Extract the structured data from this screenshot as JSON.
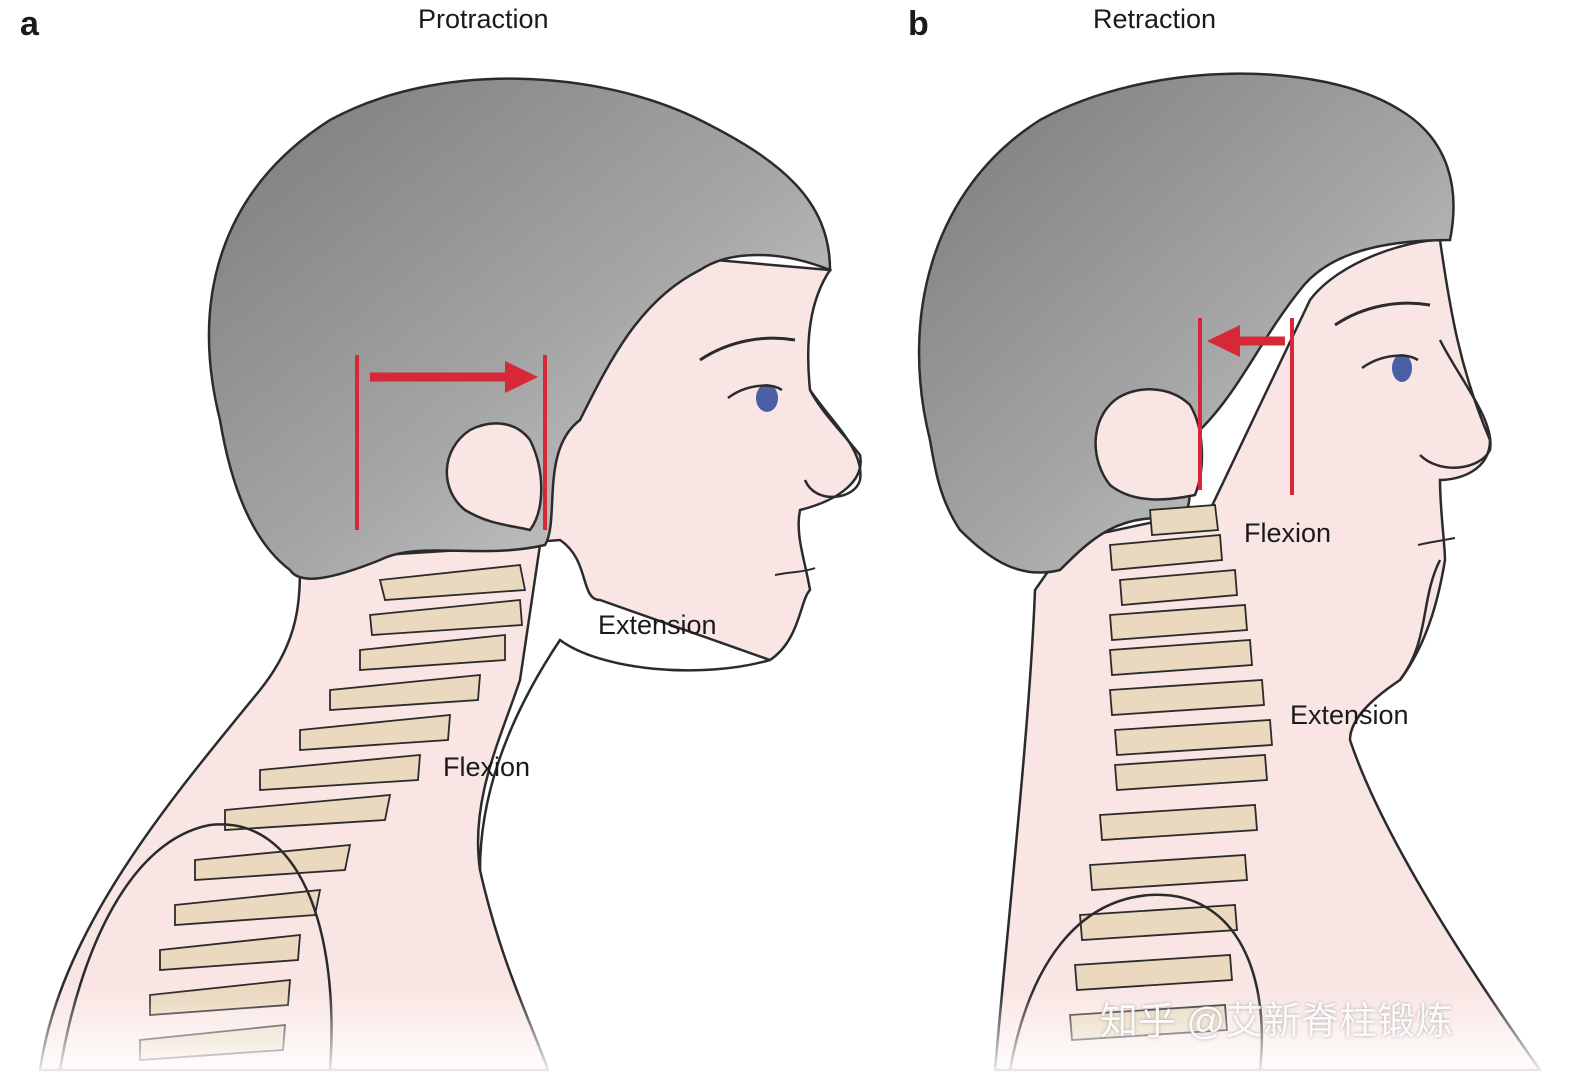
{
  "panels": [
    {
      "letter": "a",
      "title": "Protraction",
      "labels": {
        "extension": "Extension",
        "flexion": "Flexion"
      }
    },
    {
      "letter": "b",
      "title": "Retraction",
      "labels": {
        "flexion": "Flexion",
        "extension": "Extension"
      }
    }
  ],
  "watermark": "知乎 @艾新脊柱锻炼",
  "colors": {
    "hair": "#9a9a9a",
    "skin": "#f9e6e4",
    "bone": "#ead8bf",
    "arrow": "#d62836",
    "outline": "#2b2b2b",
    "eye": "#4a5fa6"
  }
}
